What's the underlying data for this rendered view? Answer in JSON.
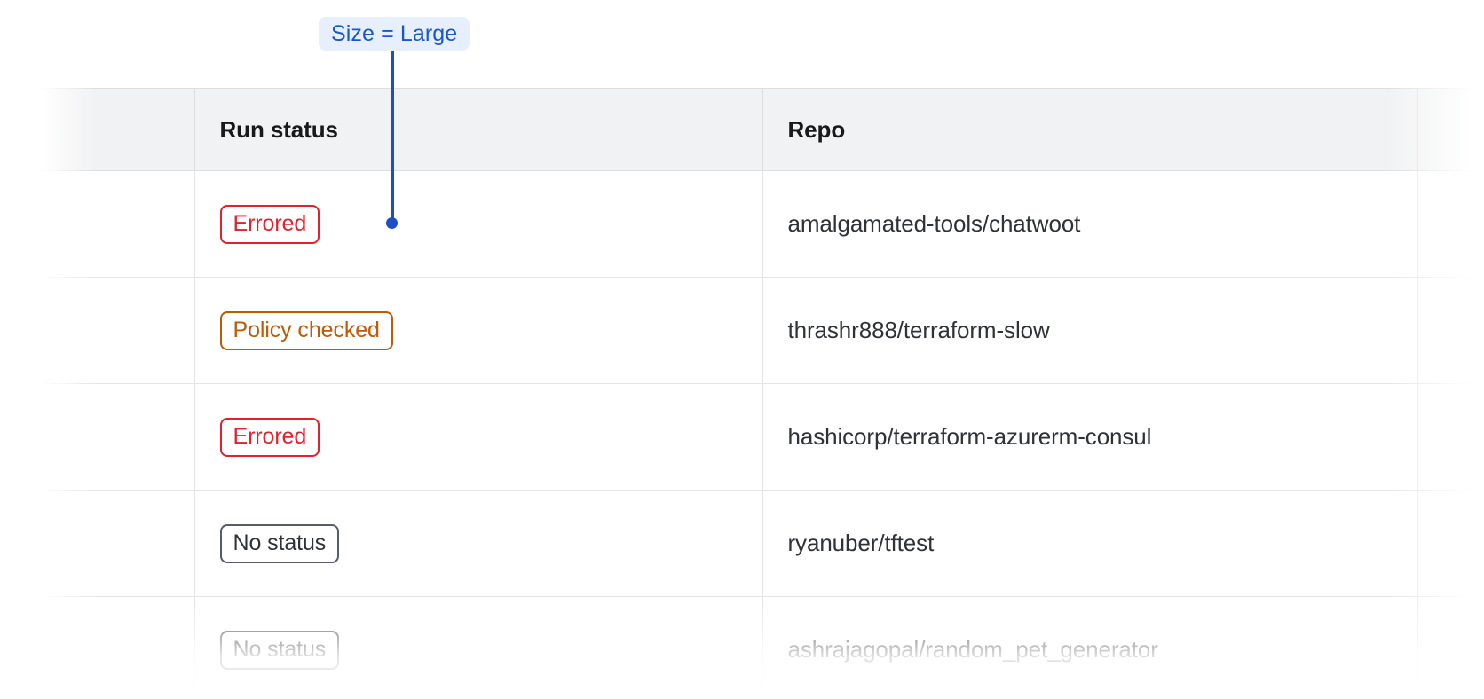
{
  "annotation": {
    "label": "Size = Large",
    "text_color": "#1857d0",
    "background_color": "#e7effd",
    "connector_color": "#1c4fc7"
  },
  "table": {
    "columns": [
      {
        "key": "select",
        "label": ""
      },
      {
        "key": "run_status",
        "label": "Run status"
      },
      {
        "key": "repo",
        "label": "Repo"
      },
      {
        "key": "extra",
        "label": ""
      }
    ],
    "rows": [
      {
        "status": "Errored",
        "status_variant": "errored",
        "repo": "amalgamated-tools/chatwoot"
      },
      {
        "status": "Policy checked",
        "status_variant": "policy-checked",
        "repo": "thrashr888/terraform-slow"
      },
      {
        "status": "Errored",
        "status_variant": "errored",
        "repo": "hashicorp/terraform-azurerm-consul"
      },
      {
        "status": "No status",
        "status_variant": "no-status",
        "repo": "ryanuber/tftest"
      },
      {
        "status": "No status",
        "status_variant": "no-status",
        "repo": "ashrajagopal/random_pet_generator"
      }
    ],
    "status_colors": {
      "errored": "#e0222e",
      "policy-checked": "#bd5b07",
      "no-status": "#565c6a"
    },
    "header_background": "#f1f2f3",
    "border_color": "#dcdee0"
  }
}
